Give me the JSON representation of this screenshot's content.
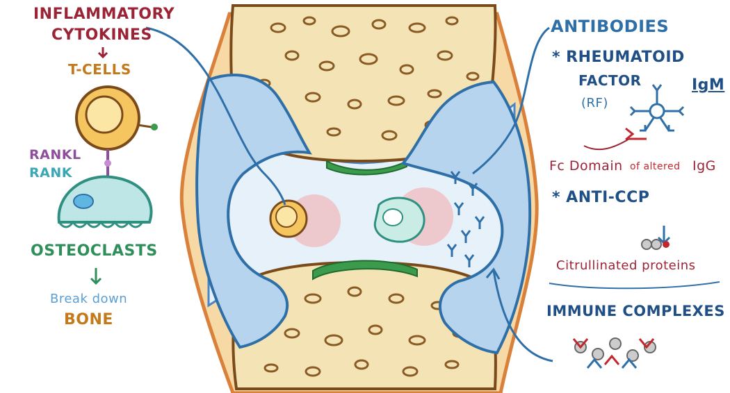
{
  "left": {
    "inflammatory": "INFLAMMATORY",
    "cytokines": "CYTOKINES",
    "t_cells": "T-CELLS",
    "rankl": "RANKL",
    "rank": "RANK",
    "osteoclasts": "OSTEOCLASTS",
    "break_down": "Break down",
    "bone": "BONE"
  },
  "right": {
    "antibodies": "ANTIBODIES",
    "rheumatoid": "* RHEUMATOID",
    "factor": "FACTOR",
    "rf": "(RF)",
    "igm": "IgM",
    "fc_domain": "Fc Domain",
    "of_altered": "of altered",
    "igg": "IgG",
    "anti_ccp": "* ANTI-CCP",
    "citrullinated": "Citrullinated proteins",
    "immune_complexes": "IMMUNE COMPLEXES"
  },
  "colors": {
    "maroon": "#9b2335",
    "orange": "#c47a1a",
    "purple": "#8e4e9c",
    "teal": "#39a7b4",
    "green": "#2f8f5b",
    "blue": "#2f6fa8",
    "bone": "#f4e3b5",
    "cartilage": "#b7d4ee",
    "synovial": "#e6f1fa",
    "capsule": "#d9803a"
  }
}
